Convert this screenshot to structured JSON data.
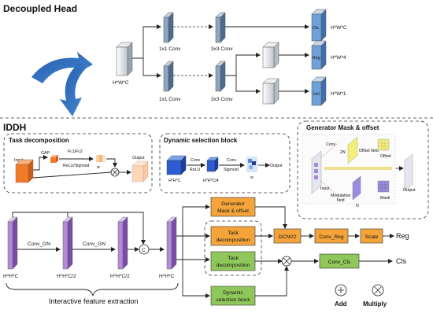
{
  "title_top": "Decoupled Head",
  "title_bottom": "IDDH",
  "top": {
    "input_label": "H*W*C",
    "conv1_label_a": "1x1 Conv",
    "conv3_label_a": "3x3 Conv",
    "conv1_label_b": "1x1 Conv",
    "conv3_label_b": "3x3 Conv",
    "cls_text": "Cls.",
    "cls_dim": "H*W*C",
    "reg_text": "Reg.",
    "reg_dim": "H*W*4",
    "iou_text": "IoU",
    "iou_dim": "H*W*1"
  },
  "task_decomposition_box": {
    "title": "Task decomposition",
    "input": "Input",
    "gap": "GAP",
    "fc": "Fc1/Fc2",
    "relu_sigmoid": "ReLU/Sigmoid",
    "w": "w",
    "output": "Output"
  },
  "dynamic_selection_box": {
    "title": "Dynamic selection block",
    "conv1": "Conv",
    "relu": "ReLU",
    "conv2": "Conv",
    "sigmoid": "Sigmoid",
    "dim1": "H*H*C",
    "dim2": "H*H*C/4",
    "w": "w",
    "output": "Output"
  },
  "generator_box": {
    "title": "Generator Mask & offset",
    "conv": "Conv",
    "two_n": "2N",
    "offset_field": "Offset field",
    "offset": "Offset",
    "input": "Input",
    "modulation": "Modulation",
    "field": "field",
    "n": "N",
    "mask": "Mask",
    "output": "Output"
  },
  "pipeline": {
    "conv_gn_1": "Conv_GN",
    "conv_gn_2": "Conv_GN",
    "dim_1": "H*H*C",
    "dim_2": "H*H*C/2",
    "dim_3": "H*H*C/2",
    "dim_4": "H*H*C",
    "concat": "C",
    "generator": [
      "Generator",
      "Mask & offset"
    ],
    "task_dec_1": [
      "Task",
      "decomposition"
    ],
    "task_dec_2": [
      "Task",
      "decomposition"
    ],
    "dynamic": [
      "Dynamic",
      "selection block"
    ],
    "dcnv2": "DCNV2",
    "conv_reg": "Conv_Reg",
    "scale": "Scale",
    "reg": "Reg",
    "conv_cls": "Conv_Cls",
    "cls": "Cls",
    "interactive": "Interactive feature extraction"
  },
  "legend": {
    "add": "Add",
    "multiply": "Multiply"
  },
  "colors": {
    "conv_face": "#8fa6c2",
    "purple": "#b48bd6",
    "orange": "#f4a43a",
    "green": "#8fc75a",
    "blue": "#6fa0d8"
  }
}
